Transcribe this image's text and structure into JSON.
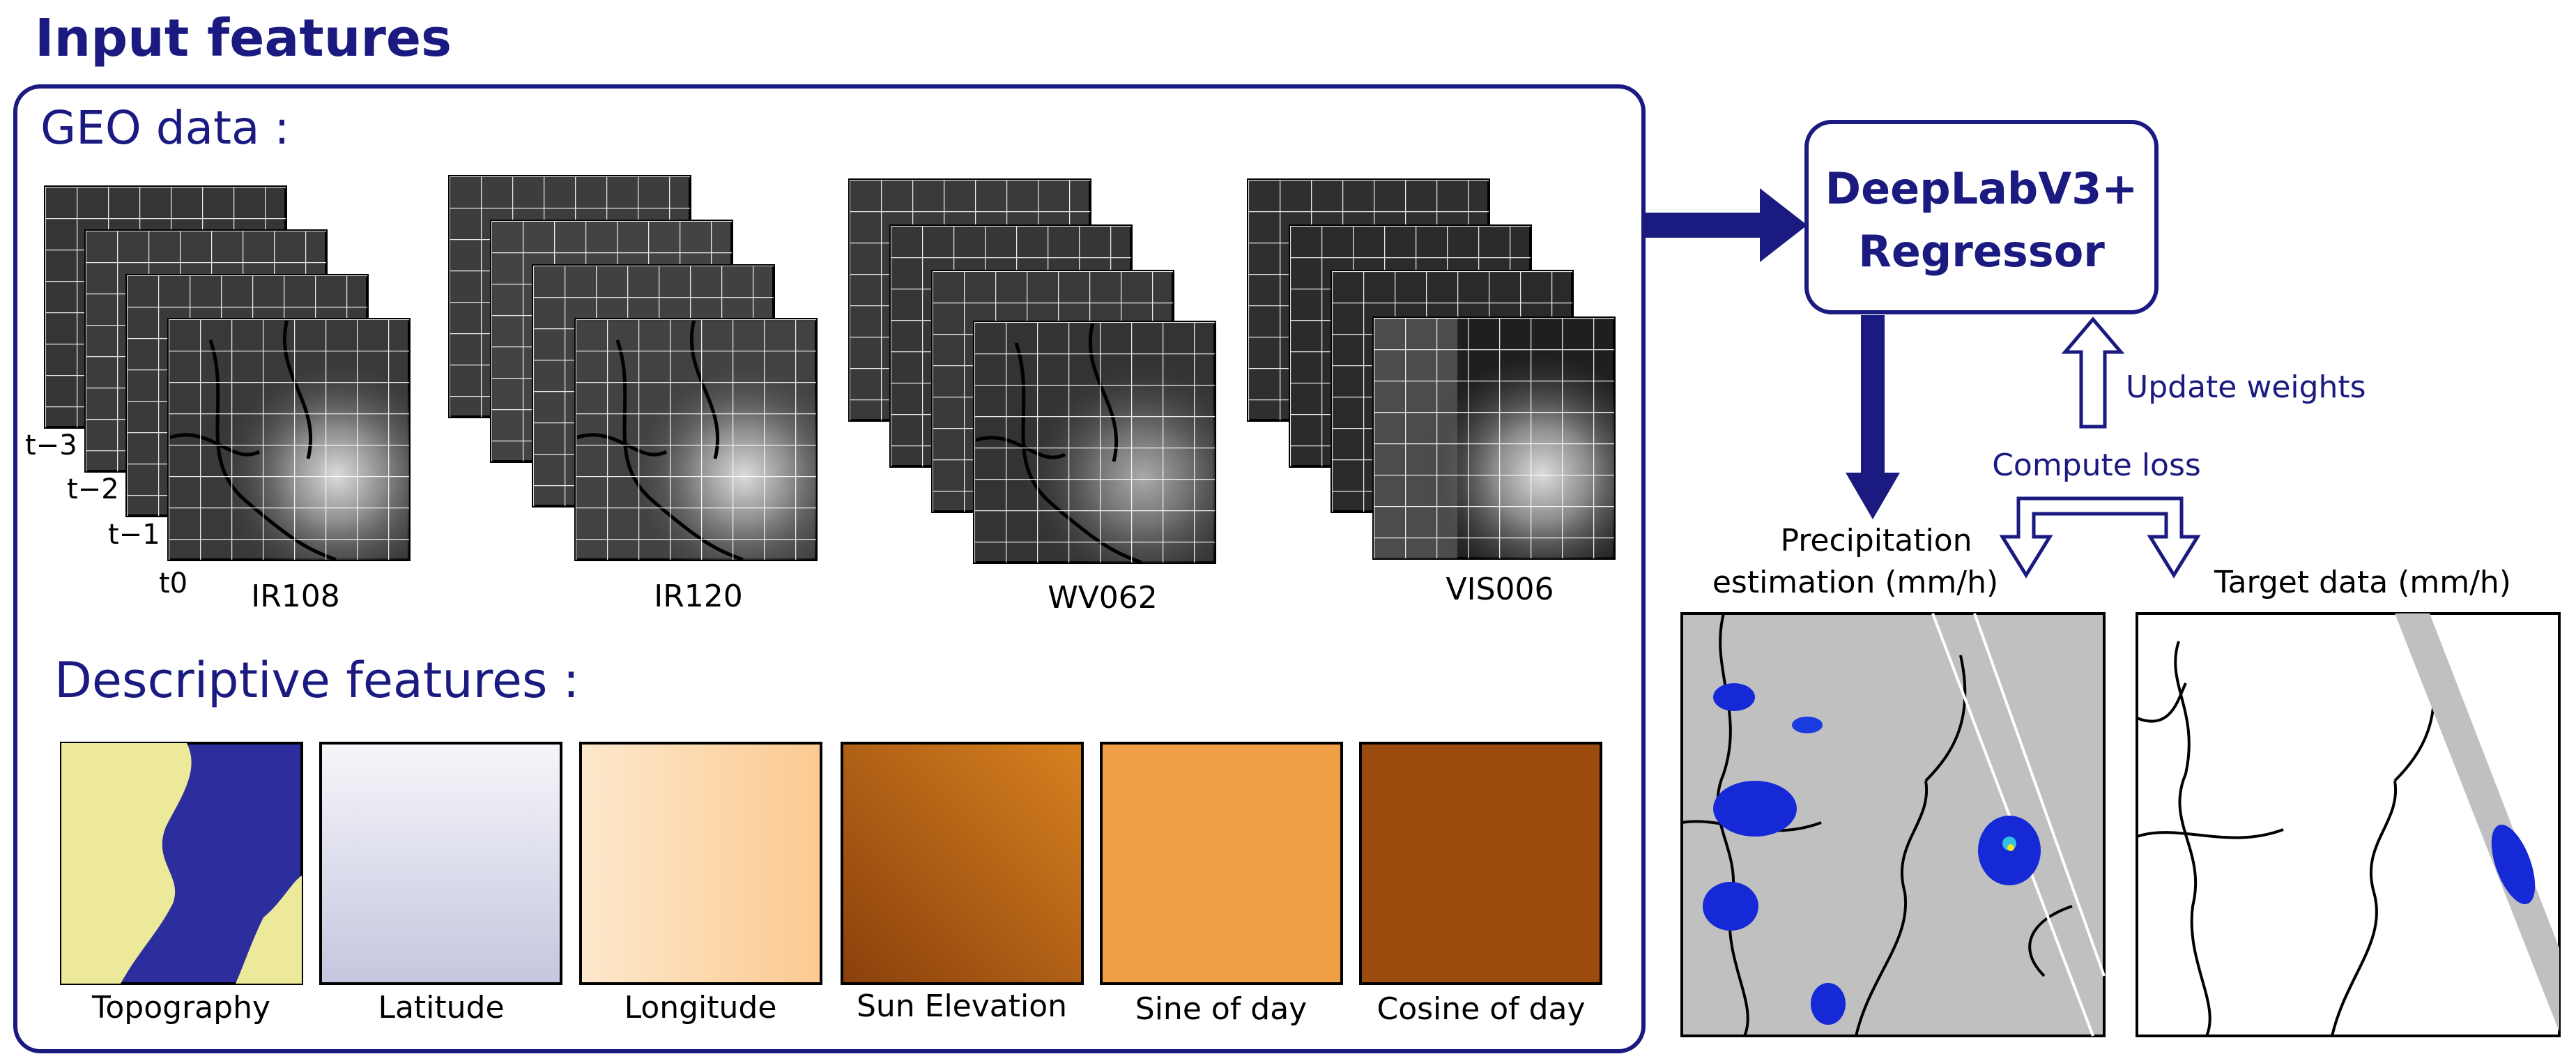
{
  "title": "Input features",
  "geo": {
    "heading": "GEO data :",
    "time_labels": [
      "t−3",
      "t−2",
      "t−1",
      "t0"
    ],
    "channels": [
      "IR108",
      "IR120",
      "WV062",
      "VIS006"
    ]
  },
  "descriptive": {
    "heading": "Descriptive features :",
    "items": [
      "Topography",
      "Latitude",
      "Longitude",
      "Sun Elevation",
      "Sine of day",
      "Cosine of day"
    ]
  },
  "model": {
    "line1": "DeepLabV3+",
    "line2": "Regressor"
  },
  "update_label": "Update weights",
  "loss_label": "Compute loss",
  "outputs": {
    "estimation_line1": "Precipitation",
    "estimation_line2": "estimation (mm/h)",
    "target": "Target data (mm/h)"
  },
  "colors": {
    "accent": "#1a1a80",
    "topo_land": "#ece99a",
    "topo_sea": "#2b2e9c",
    "rain_map_bg": "#c0c0c0"
  }
}
